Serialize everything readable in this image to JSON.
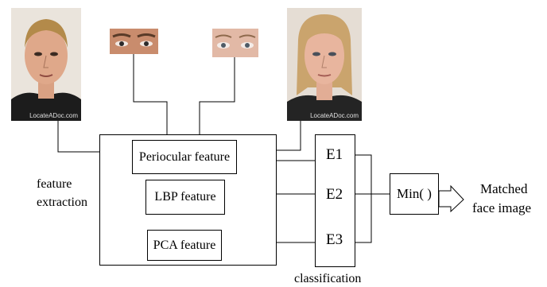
{
  "diagram": {
    "feature_extraction_label": [
      "feature",
      "extraction"
    ],
    "features": [
      "Periocular feature",
      "LBP feature",
      "PCA feature"
    ],
    "classifiers": [
      "E1",
      "E2",
      "E3"
    ],
    "classification_label": "classification",
    "min_label": "Min( )",
    "output_label": [
      "Matched",
      "face image"
    ],
    "watermark": "LocateADoc.com"
  }
}
